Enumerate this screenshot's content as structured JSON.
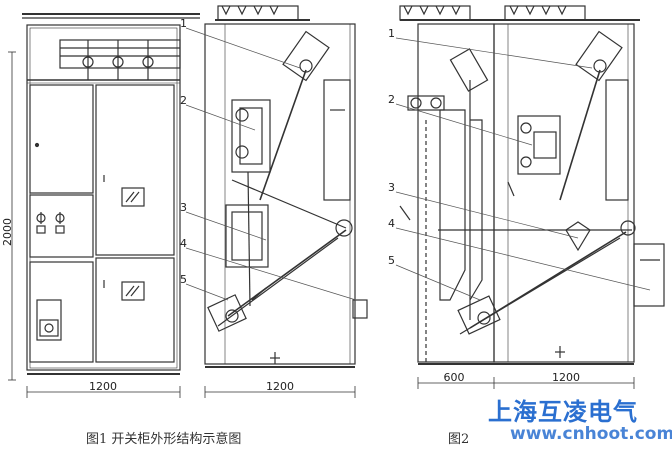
{
  "figure1": {
    "caption": "图1  开关柜外形结构示意图",
    "height_dim": "2000",
    "width_dim_front": "1200",
    "width_dim_side": "1200",
    "callouts": [
      "1",
      "2",
      "3",
      "4",
      "5"
    ]
  },
  "figure2": {
    "caption": "图2",
    "width_dim_ext": "600",
    "width_dim_main": "1200",
    "callouts": [
      "1",
      "2",
      "3",
      "4",
      "5"
    ]
  },
  "watermark": {
    "brand": "上海互凌电气",
    "url": "www.cnhoot.com",
    "color": "#2a6fd0"
  }
}
